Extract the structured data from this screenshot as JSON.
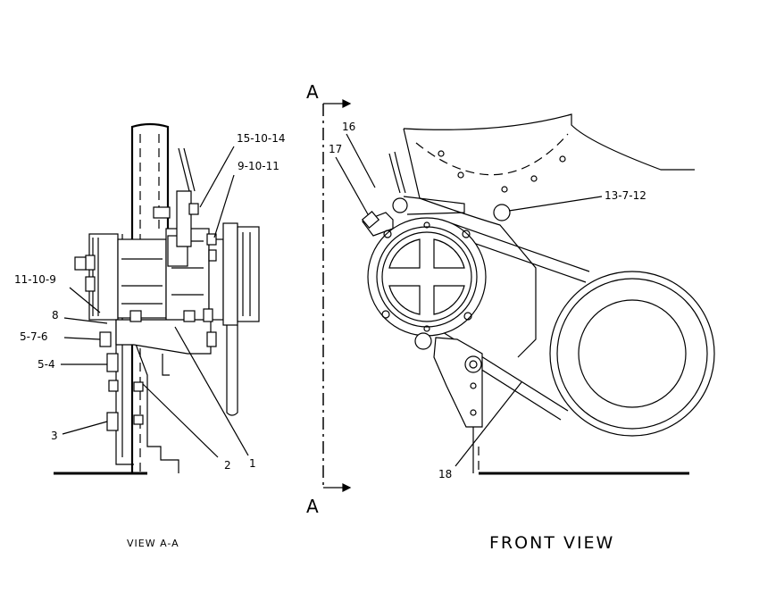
{
  "callouts": {
    "l_15_10_14": "15-10-14",
    "l_9_10_11": "9-10-11",
    "l_11_10_9": "11-10-9",
    "l_8": "8",
    "l_5_7_6": "5-7-6",
    "l_5_4": "5-4",
    "l_3": "3",
    "l_2": "2",
    "l_1": "1",
    "l_16": "16",
    "l_17": "17",
    "l_13_7_12": "13-7-12",
    "l_18": "18"
  },
  "section": {
    "top": "A",
    "bottom": "A"
  },
  "views": {
    "left": "VIEW A-A",
    "right": "FRONT VIEW"
  }
}
